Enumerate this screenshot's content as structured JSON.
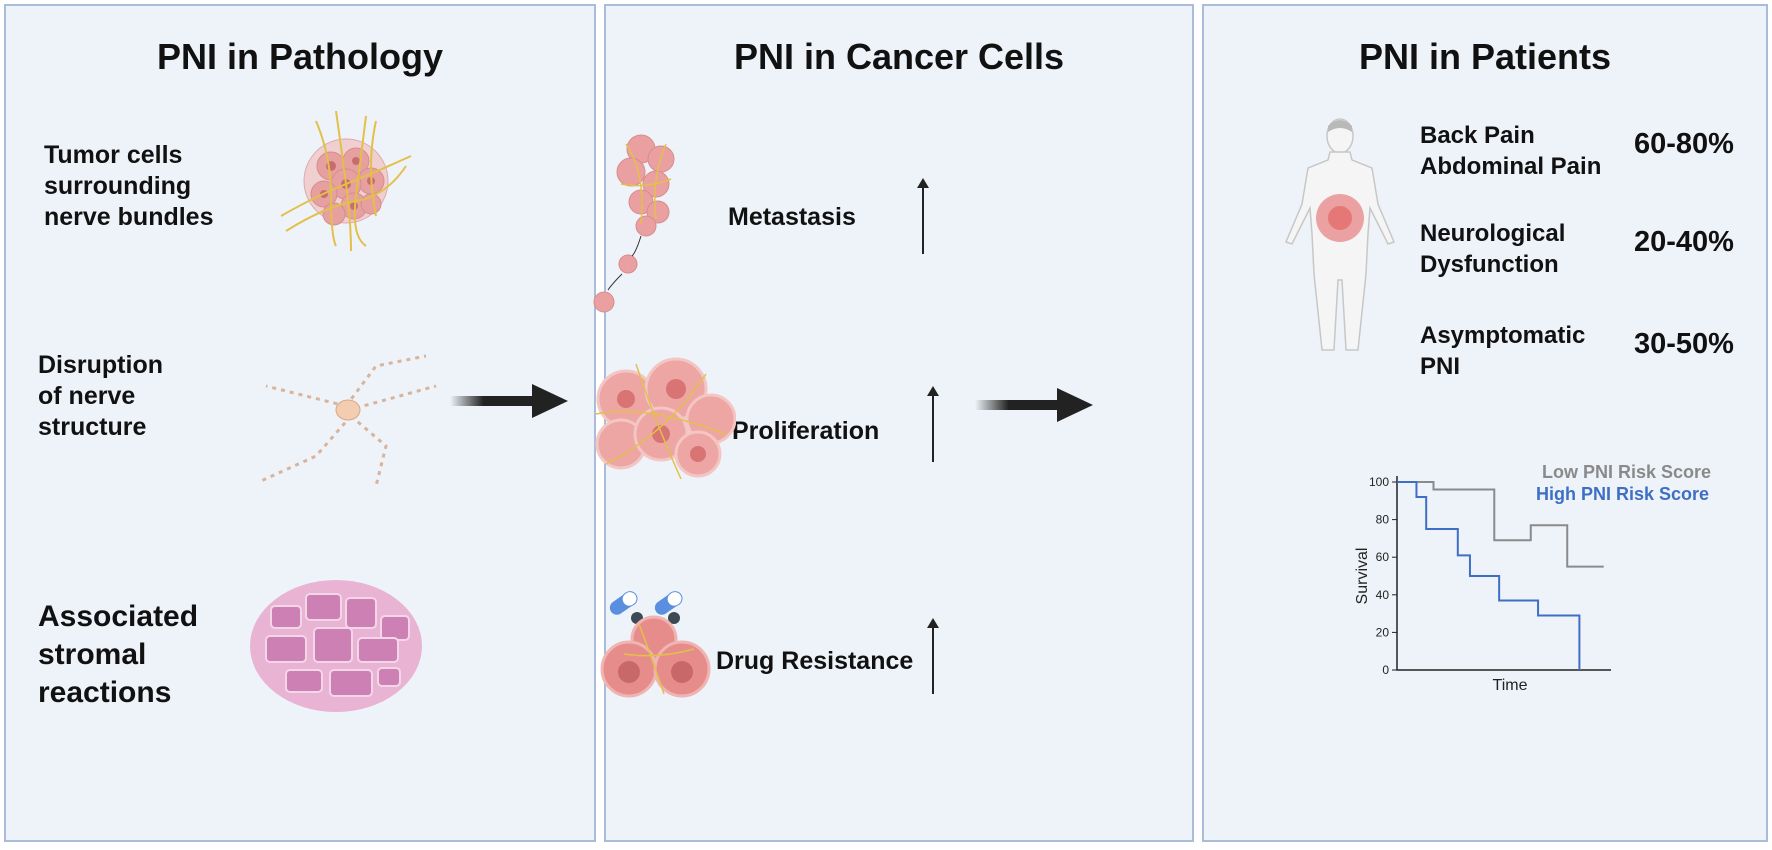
{
  "panels": {
    "pathology": {
      "title": "PNI in Pathology",
      "items": [
        {
          "label_lines": [
            "Tumor cells",
            "surrounding",
            "nerve bundles"
          ]
        },
        {
          "label_lines": [
            "Disruption",
            "of nerve",
            "structure"
          ]
        },
        {
          "label_lines": [
            "Associated",
            "stromal",
            "reactions"
          ]
        }
      ]
    },
    "cancer_cells": {
      "title": "PNI in Cancer Cells",
      "items": [
        {
          "label": "Metastasis"
        },
        {
          "label": "Proliferation"
        },
        {
          "label": "Drug Resistance"
        }
      ]
    },
    "patients": {
      "title": "PNI in Patients",
      "symptoms": [
        {
          "label_lines": [
            "Back Pain",
            "Abdominal Pain"
          ],
          "percent": "60-80%"
        },
        {
          "label_lines": [
            "Neurological",
            "Dysfunction"
          ],
          "percent": "20-40%"
        },
        {
          "label_lines": [
            "Asymptomatic",
            "PNI"
          ],
          "percent": "30-50%"
        }
      ]
    }
  },
  "chart_data": {
    "type": "line",
    "xlabel": "Time",
    "ylabel": "Survival",
    "ylim": [
      0,
      100
    ],
    "yticks": [
      "100",
      "80",
      "60",
      "40",
      "20",
      "0"
    ],
    "series": [
      {
        "name": "Low PNI Risk Score",
        "color": "#8a8a8a",
        "steps": [
          [
            0,
            100
          ],
          [
            15,
            100
          ],
          [
            15,
            96
          ],
          [
            40,
            96
          ],
          [
            40,
            69
          ],
          [
            55,
            69
          ],
          [
            55,
            77
          ],
          [
            70,
            77
          ],
          [
            70,
            55
          ],
          [
            85,
            55
          ]
        ]
      },
      {
        "name": "High PNI Risk Score",
        "color": "#3f6fc4",
        "steps": [
          [
            0,
            100
          ],
          [
            8,
            100
          ],
          [
            8,
            92
          ],
          [
            12,
            92
          ],
          [
            12,
            75
          ],
          [
            25,
            75
          ],
          [
            25,
            61
          ],
          [
            30,
            61
          ],
          [
            30,
            50
          ],
          [
            42,
            50
          ],
          [
            42,
            37
          ],
          [
            58,
            37
          ],
          [
            58,
            29
          ],
          [
            75,
            29
          ],
          [
            75,
            0
          ]
        ]
      }
    ]
  },
  "colors": {
    "panel_bg": "#eef3f9",
    "panel_border": "#a9bcd9",
    "cell_pink": "#e48a8a",
    "nerve_yellow": "#e2c04a",
    "tissue_pink": "#cc80b4"
  }
}
